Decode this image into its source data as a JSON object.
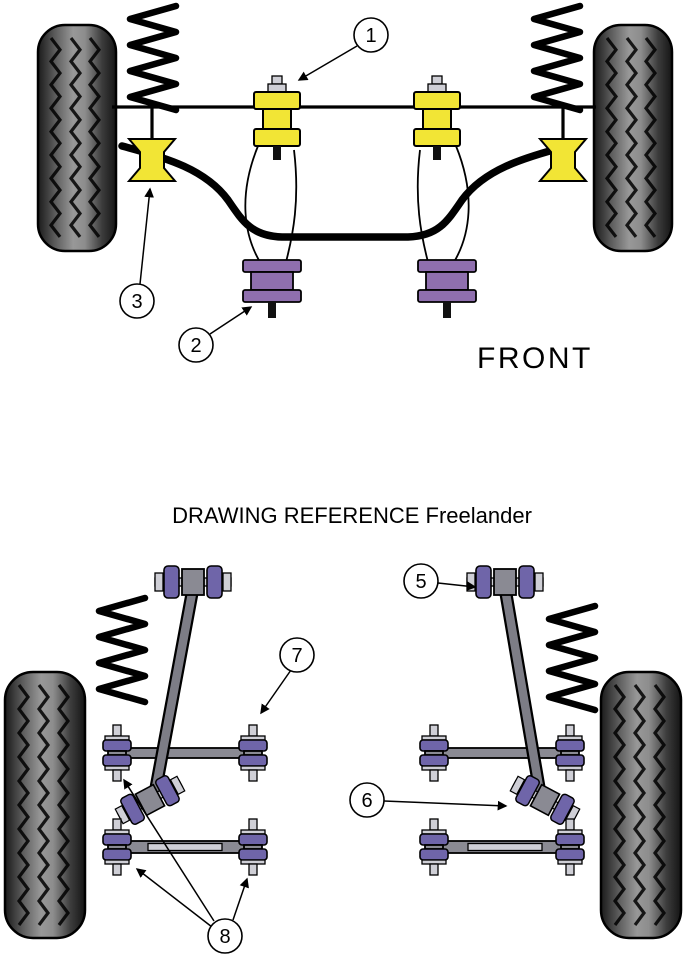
{
  "labels": {
    "front": "FRONT",
    "title": "DRAWING REFERENCE Freelander"
  },
  "callouts": {
    "c1": "1",
    "c2": "2",
    "c3": "3",
    "c5": "5",
    "c6": "6",
    "c7": "7",
    "c8": "8"
  },
  "colors": {
    "yellow": "#f2e535",
    "purple-front": "#8f6fae",
    "purple-rear": "#6f65a9",
    "bar-gray": "#8a8a93",
    "metal": "#cfcfd6",
    "line": "#000000",
    "background": "#ffffff"
  }
}
